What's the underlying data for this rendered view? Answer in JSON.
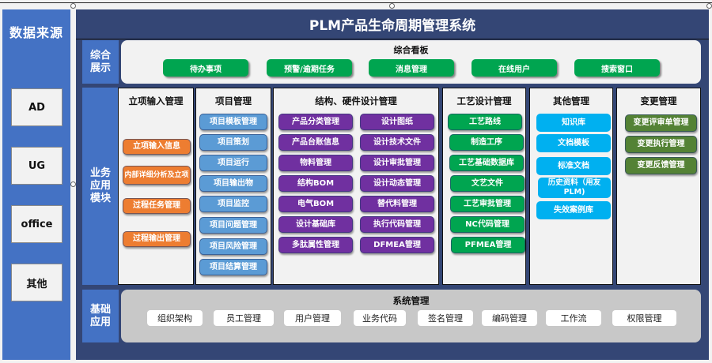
{
  "data_sources": {
    "title": "数据来源",
    "items": [
      "AD",
      "UG",
      "office",
      "其他"
    ]
  },
  "main": {
    "title": "PLM产品生命周期管理系统"
  },
  "rows": {
    "overview_label": "综合\n展示",
    "business_label": "业务\n应用\n模块",
    "base_label": "基础\n应用"
  },
  "dashboard": {
    "title": "综合看板",
    "buttons": [
      "待办事项",
      "预警/逾期任务",
      "消息管理",
      "在线用户",
      "搜索窗口"
    ],
    "color": "#00a550"
  },
  "modules": [
    {
      "title": "立项输入管理",
      "color": "#ed7d31",
      "items": [
        "立项输入信息",
        "内部详细分析及立项",
        "过程任务管理",
        "过程输出管理"
      ]
    },
    {
      "title": "项目管理",
      "color": "#5b9bd5",
      "items": [
        "项目模板管理",
        "项目策划",
        "项目运行",
        "项目输出物",
        "项目监控",
        "项目问题管理",
        "项目风险管理",
        "项目结算管理"
      ]
    },
    {
      "title": "结构、硬件设计管理",
      "color": "#7030a0",
      "left_items": [
        "产品分类管理",
        "产品台账信息",
        "物料管理",
        "结构BOM",
        "电气BOM",
        "设计基础库",
        "多肽属性管理"
      ],
      "right_items": [
        "设计图纸",
        "设计技术文件",
        "设计审批管理",
        "设计动态管理",
        "替代料管理",
        "执行代码管理",
        "DFMEA管理"
      ]
    },
    {
      "title": "工艺设计管理",
      "color": "#00a550",
      "items": [
        "工艺路线",
        "制造工序",
        "工艺基础数据库",
        "文艺文件",
        "工艺审批管理",
        "NC代码管理",
        "PFMEA管理"
      ]
    },
    {
      "title": "其他管理",
      "color": "#00b0f0",
      "items": [
        "知识库",
        "文档模板",
        "标准文档",
        "历史资料（用友PLM)",
        "失效案例库"
      ]
    },
    {
      "title": "变更管理",
      "color": "#548235",
      "items": [
        "变更评审单管理",
        "变更执行管理",
        "变更反馈管理"
      ]
    }
  ],
  "system": {
    "title": "系统管理",
    "buttons": [
      "组织架构",
      "员工管理",
      "用户管理",
      "业务代码",
      "签名管理",
      "编码管理",
      "工作流",
      "权限管理"
    ]
  }
}
